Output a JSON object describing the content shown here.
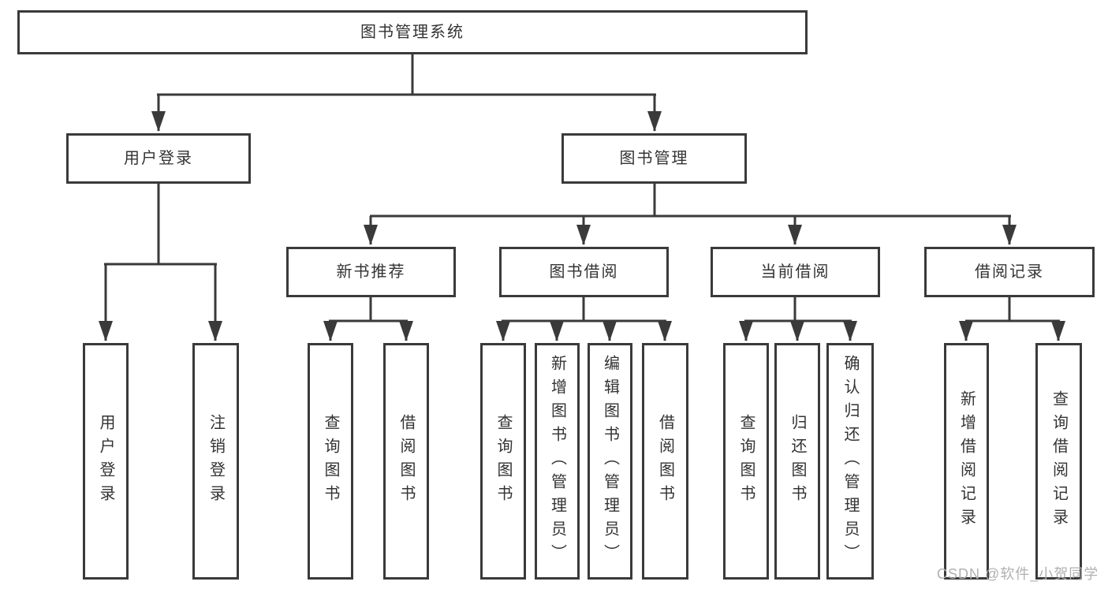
{
  "colors": {
    "line": "#3a3a3a",
    "text": "#333333",
    "background": "#ffffff",
    "watermark_color": "#b0b0b0"
  },
  "watermark": {
    "text": "CSDN @软件_小贺同学"
  },
  "tree": {
    "label": "图书管理系统",
    "children": [
      {
        "label": "用户登录",
        "children": [
          {
            "label": "用户登录"
          },
          {
            "label": "注销登录"
          }
        ]
      },
      {
        "label": "图书管理",
        "children": [
          {
            "label": "新书推荐",
            "children": [
              {
                "label": "查询图书"
              },
              {
                "label": "借阅图书"
              }
            ]
          },
          {
            "label": "图书借阅",
            "children": [
              {
                "label": "查询图书"
              },
              {
                "label": "新增图书（管理员）"
              },
              {
                "label": "编辑图书（管理员）"
              },
              {
                "label": "借阅图书"
              }
            ]
          },
          {
            "label": "当前借阅",
            "children": [
              {
                "label": "查询图书"
              },
              {
                "label": "归还图书"
              },
              {
                "label": "确认归还（管理员）"
              }
            ]
          },
          {
            "label": "借阅记录",
            "children": [
              {
                "label": "新增借阅记录"
              },
              {
                "label": "查询借阅记录"
              }
            ]
          }
        ]
      }
    ]
  }
}
